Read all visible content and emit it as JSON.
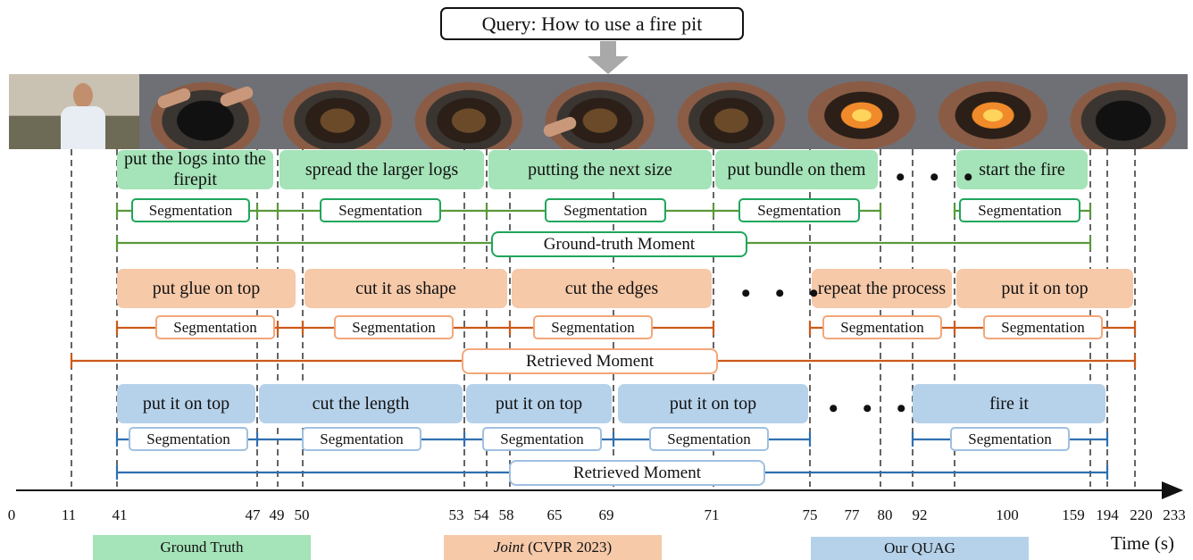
{
  "query": "Query: How to use a fire pit",
  "icons": {
    "arrow": "down-arrow-icon"
  },
  "colors": {
    "ground_truth": "#5a9a3a",
    "joint": "#cc5a1a",
    "quag": "#2f6fb0",
    "gt_fill": "#a5e3b8",
    "joint_fill": "#f6c9a9",
    "quag_fill": "#b6d2ea"
  },
  "ground_truth_row": {
    "labels": [
      "put the logs into the firepit",
      "spread the larger logs",
      "putting the next size",
      "put  bundle on them",
      "start the fire"
    ],
    "segment_label": "Segmentation",
    "moment_label": "Ground-truth Moment"
  },
  "joint_row": {
    "labels": [
      "put glue on top",
      "cut it as shape",
      "cut the edges",
      "repeat the process",
      "put it on top"
    ],
    "segment_label": "Segmentation",
    "moment_label": "Retrieved Moment"
  },
  "quag_row": {
    "labels": [
      "put it on top",
      "cut the length",
      "put it on top",
      "put it on top",
      "fire it"
    ],
    "segment_label": "Segmentation",
    "moment_label": "Retrieved Moment"
  },
  "dots": "• • •",
  "axis": {
    "ticks": [
      "0",
      "11",
      "41",
      "47",
      "49",
      "50",
      "53",
      "54",
      "58",
      "65",
      "69",
      "71",
      "75",
      "77",
      "80",
      "92",
      "100",
      "159",
      "194",
      "220",
      "233"
    ],
    "label": "Time (s)"
  },
  "legend": {
    "ground_truth": "Ground Truth",
    "joint_em": "Joint",
    "joint_rest": " (CVPR 2023)",
    "ours": "Our QUAG"
  }
}
